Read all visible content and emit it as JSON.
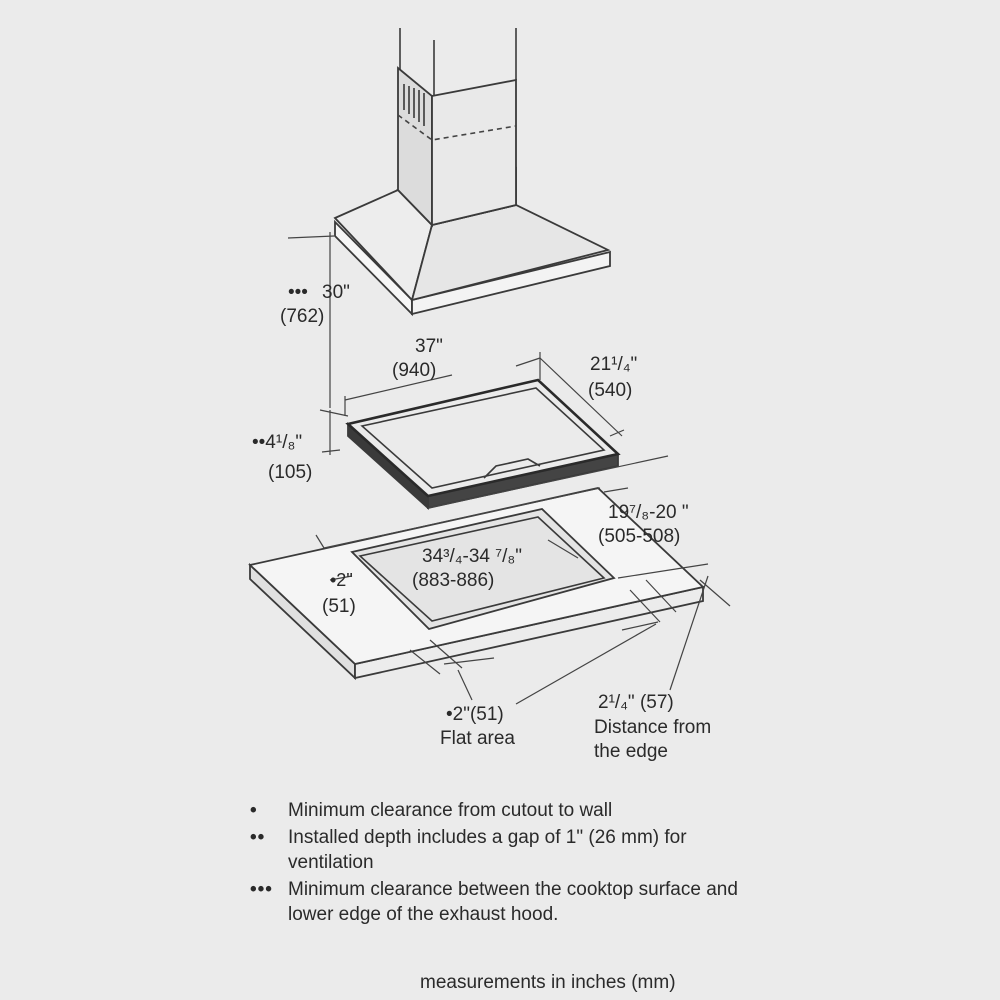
{
  "diagram": {
    "dim_hood_height_mark": "•••",
    "dim_hood_height": "30\"",
    "dim_hood_height_mm": "(762)",
    "dim_width": "37\"",
    "dim_width_mm": "(940)",
    "dim_depth": "21¹/₄\"",
    "dim_depth_mm": "(540)",
    "dim_installed_depth": "••4¹/₈\"",
    "dim_installed_depth_mm": "(105)",
    "dim_cutout_depth": "19⁷/₈-20 \"",
    "dim_cutout_depth_mm": "(505-508)",
    "dim_cutout_width": "34³/₄-34 ⁷/₈\"",
    "dim_cutout_width_mm": "(883-886)",
    "dim_wall_clearance": "•2\"",
    "dim_wall_clearance_mm": "(51)",
    "dim_flat_area": "•2\"(51)",
    "dim_flat_area_label": "Flat area",
    "dim_edge_distance": "2¹/₄\" (57)",
    "dim_edge_distance_label_1": "Distance from",
    "dim_edge_distance_label_2": "the edge"
  },
  "notes": [
    {
      "mark": "•",
      "text": "Minimum clearance from cutout to wall"
    },
    {
      "mark": "••",
      "text": "Installed depth includes a gap of 1\" (26 mm) for ventilation"
    },
    {
      "mark": "•••",
      "text": "Minimum clearance between the cooktop surface and lower edge of the exhaust hood."
    }
  ],
  "footer": "measurements in inches (mm)"
}
